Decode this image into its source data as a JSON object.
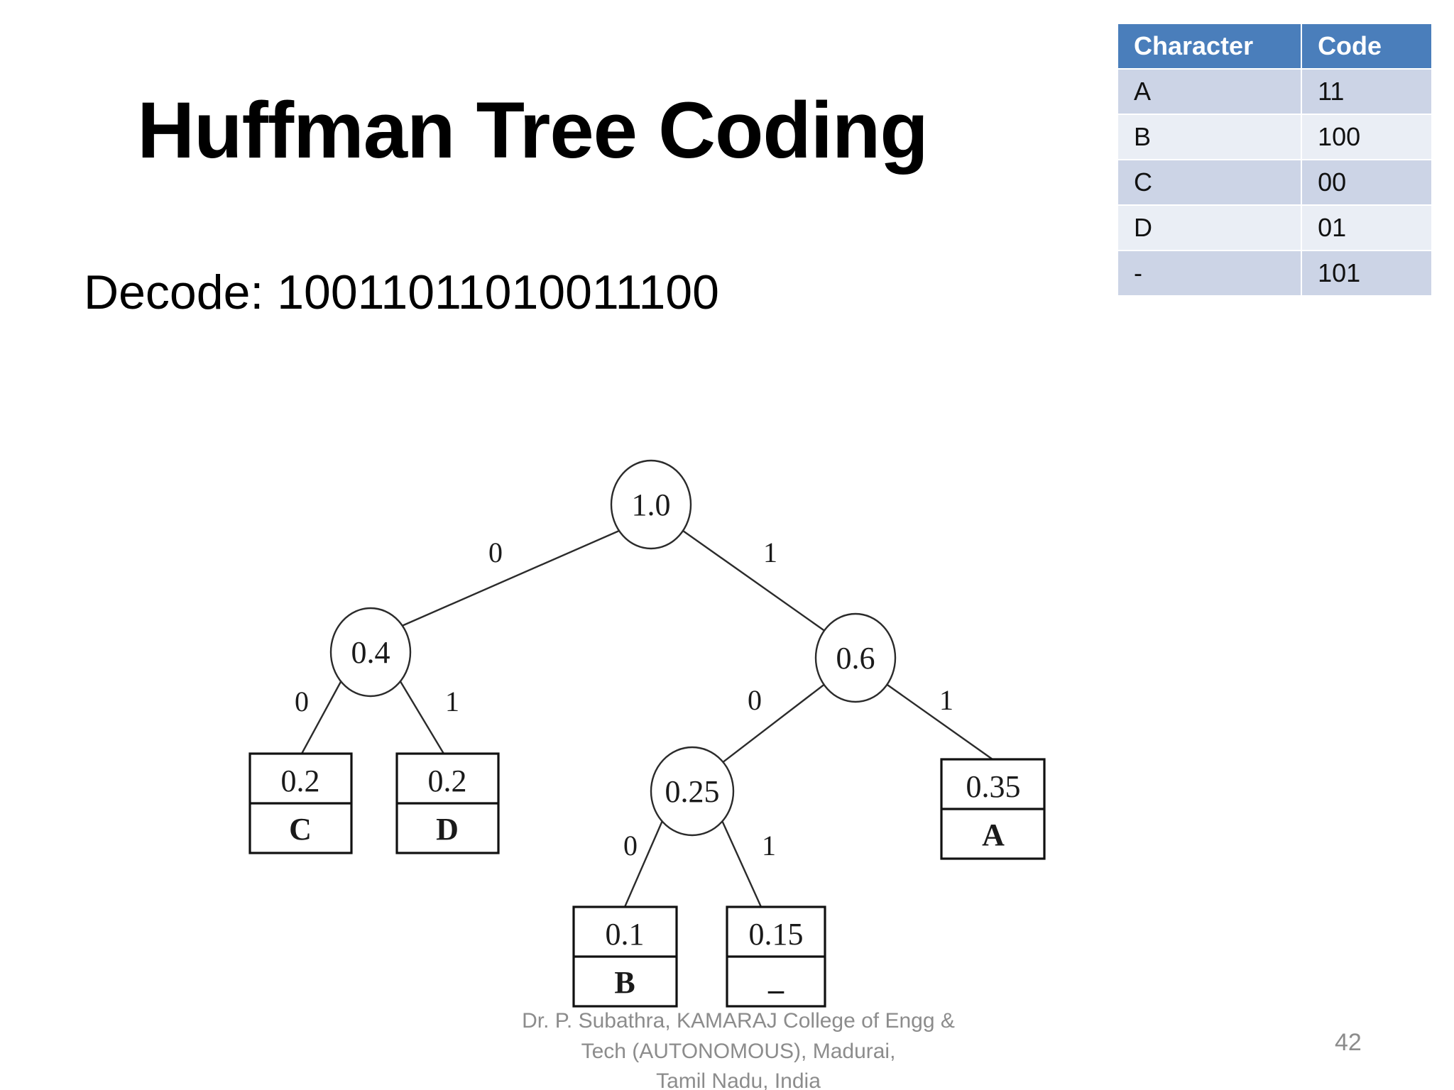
{
  "slide": {
    "title": "Huffman Tree Coding",
    "page_number": "42",
    "background_color": "#ffffff"
  },
  "decode": {
    "label": "Decode:",
    "bits": "10011011010011100",
    "full_text": "Decode: 10011011010011100"
  },
  "code_table": {
    "headers": [
      "Character",
      "Code"
    ],
    "header_bg": "#4a7ebb",
    "header_text_color": "#ffffff",
    "row_bg_odd": "#ccd4e6",
    "row_bg_even": "#eaeef5",
    "rows": [
      {
        "character": "A",
        "code": "11"
      },
      {
        "character": "B",
        "code": "100"
      },
      {
        "character": "C",
        "code": "00"
      },
      {
        "character": "D",
        "code": "01"
      },
      {
        "character": "-",
        "code": "101"
      }
    ]
  },
  "tree": {
    "type": "huffman-tree",
    "internal_nodes": [
      {
        "id": "root",
        "value": "1.0"
      },
      {
        "id": "n04",
        "value": "0.4"
      },
      {
        "id": "n06",
        "value": "0.6"
      },
      {
        "id": "n025",
        "value": "0.25"
      }
    ],
    "leaves": [
      {
        "id": "leafC",
        "value": "0.2",
        "symbol": "C"
      },
      {
        "id": "leafD",
        "value": "0.2",
        "symbol": "D"
      },
      {
        "id": "leafB",
        "value": "0.1",
        "symbol": "B"
      },
      {
        "id": "leafU",
        "value": "0.15",
        "symbol": "_"
      },
      {
        "id": "leafA",
        "value": "0.35",
        "symbol": "A"
      }
    ],
    "edges": [
      {
        "from": "root",
        "to": "n04",
        "label": "0"
      },
      {
        "from": "root",
        "to": "n06",
        "label": "1"
      },
      {
        "from": "n04",
        "to": "leafC",
        "label": "0"
      },
      {
        "from": "n04",
        "to": "leafD",
        "label": "1"
      },
      {
        "from": "n06",
        "to": "n025",
        "label": "0"
      },
      {
        "from": "n06",
        "to": "leafA",
        "label": "1"
      },
      {
        "from": "n025",
        "to": "leafB",
        "label": "0"
      },
      {
        "from": "n025",
        "to": "leafU",
        "label": "1"
      }
    ],
    "edge_labels": {
      "root_left": "0",
      "root_right": "1",
      "n04_left": "0",
      "n04_right": "1",
      "n06_left": "0",
      "n06_right": "1",
      "n025_left": "0",
      "n025_right": "1"
    }
  },
  "footer": {
    "line1": "Dr. P. Subathra, KAMARAJ College of Engg &",
    "line2": "Tech (AUTONOMOUS), Madurai,",
    "line3": "Tamil Nadu, India"
  }
}
